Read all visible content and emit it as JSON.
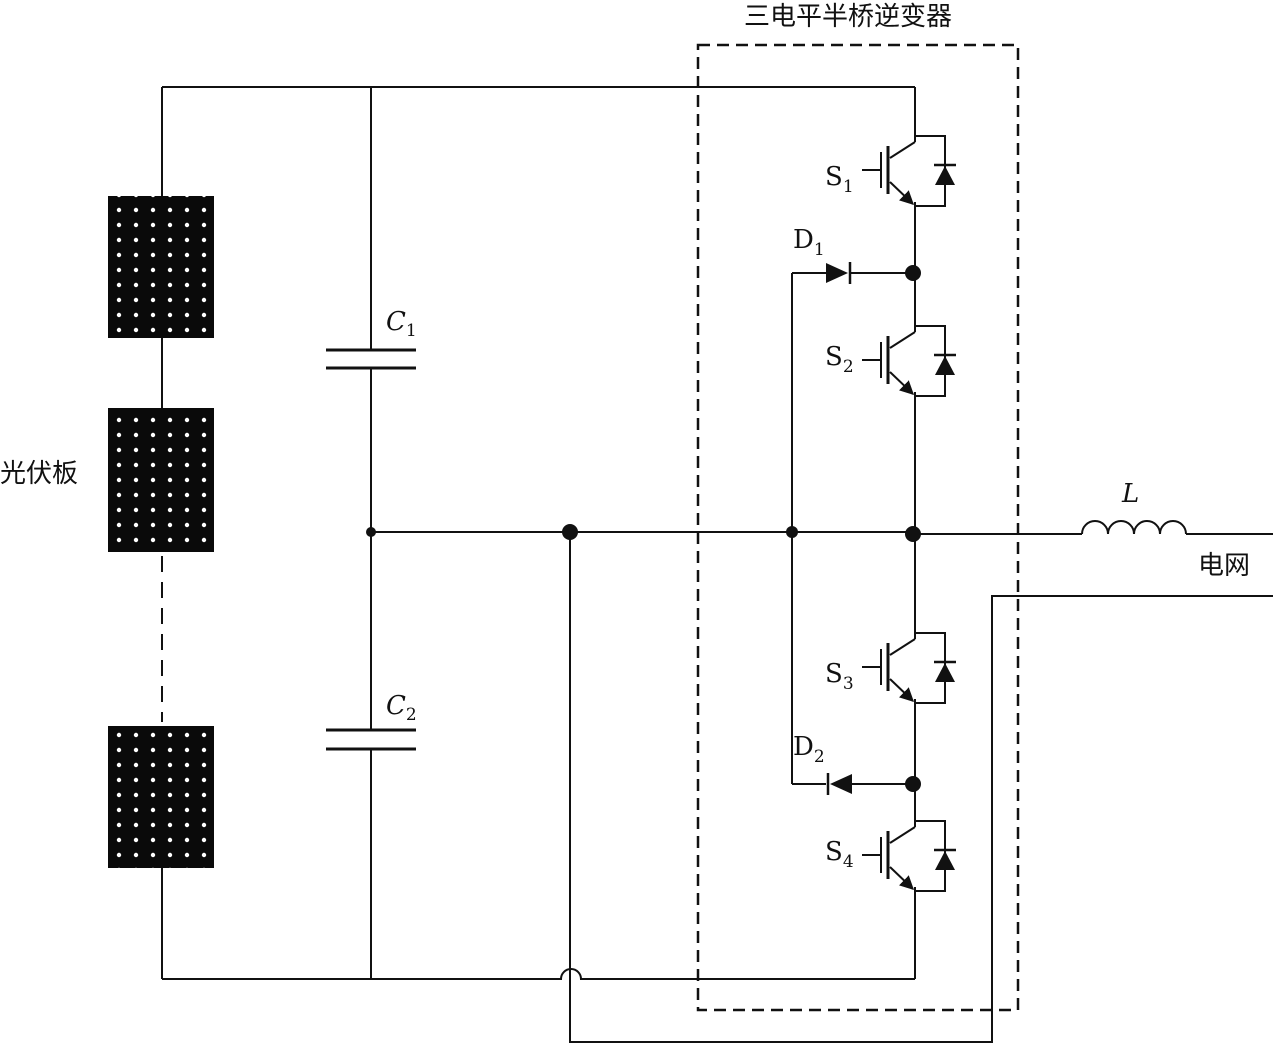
{
  "inverter_title": "三电平半桥逆变器",
  "pv_label": "光伏板",
  "grid_label": "电网",
  "inductor_label": "L",
  "capacitors": [
    {
      "base": "C",
      "sub": "1"
    },
    {
      "base": "C",
      "sub": "2"
    }
  ],
  "diodes": [
    {
      "base": "D",
      "sub": "1"
    },
    {
      "base": "D",
      "sub": "2"
    }
  ],
  "switches": [
    {
      "base": "S",
      "sub": "1"
    },
    {
      "base": "S",
      "sub": "2"
    },
    {
      "base": "S",
      "sub": "3"
    },
    {
      "base": "S",
      "sub": "4"
    }
  ]
}
